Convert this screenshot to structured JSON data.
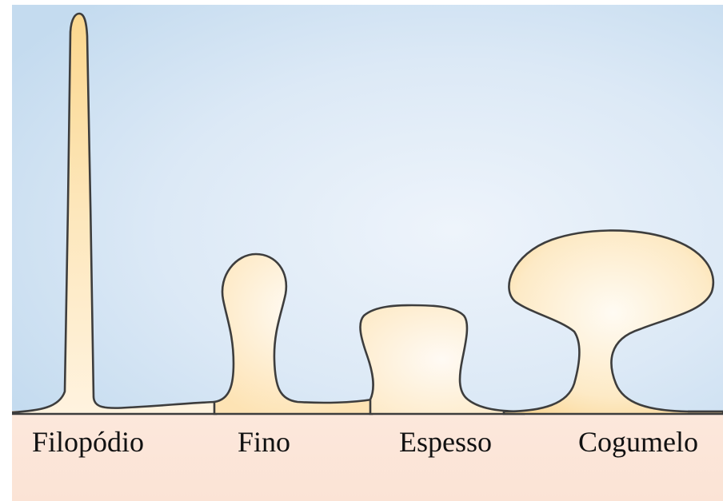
{
  "diagram": {
    "labels": {
      "filopodio": "Filopódio",
      "fino": "Fino",
      "espesso": "Espesso",
      "cogumelo": "Cogumelo"
    },
    "colors": {
      "background_center": "#eef4fb",
      "background_edge": "#c7ddf0",
      "membrane_base": "#fbe6da",
      "spine_fill_light": "#fffaf0",
      "spine_fill_dark": "#fbdc9a",
      "outline": "#3d3d3d",
      "text": "#111111"
    }
  }
}
